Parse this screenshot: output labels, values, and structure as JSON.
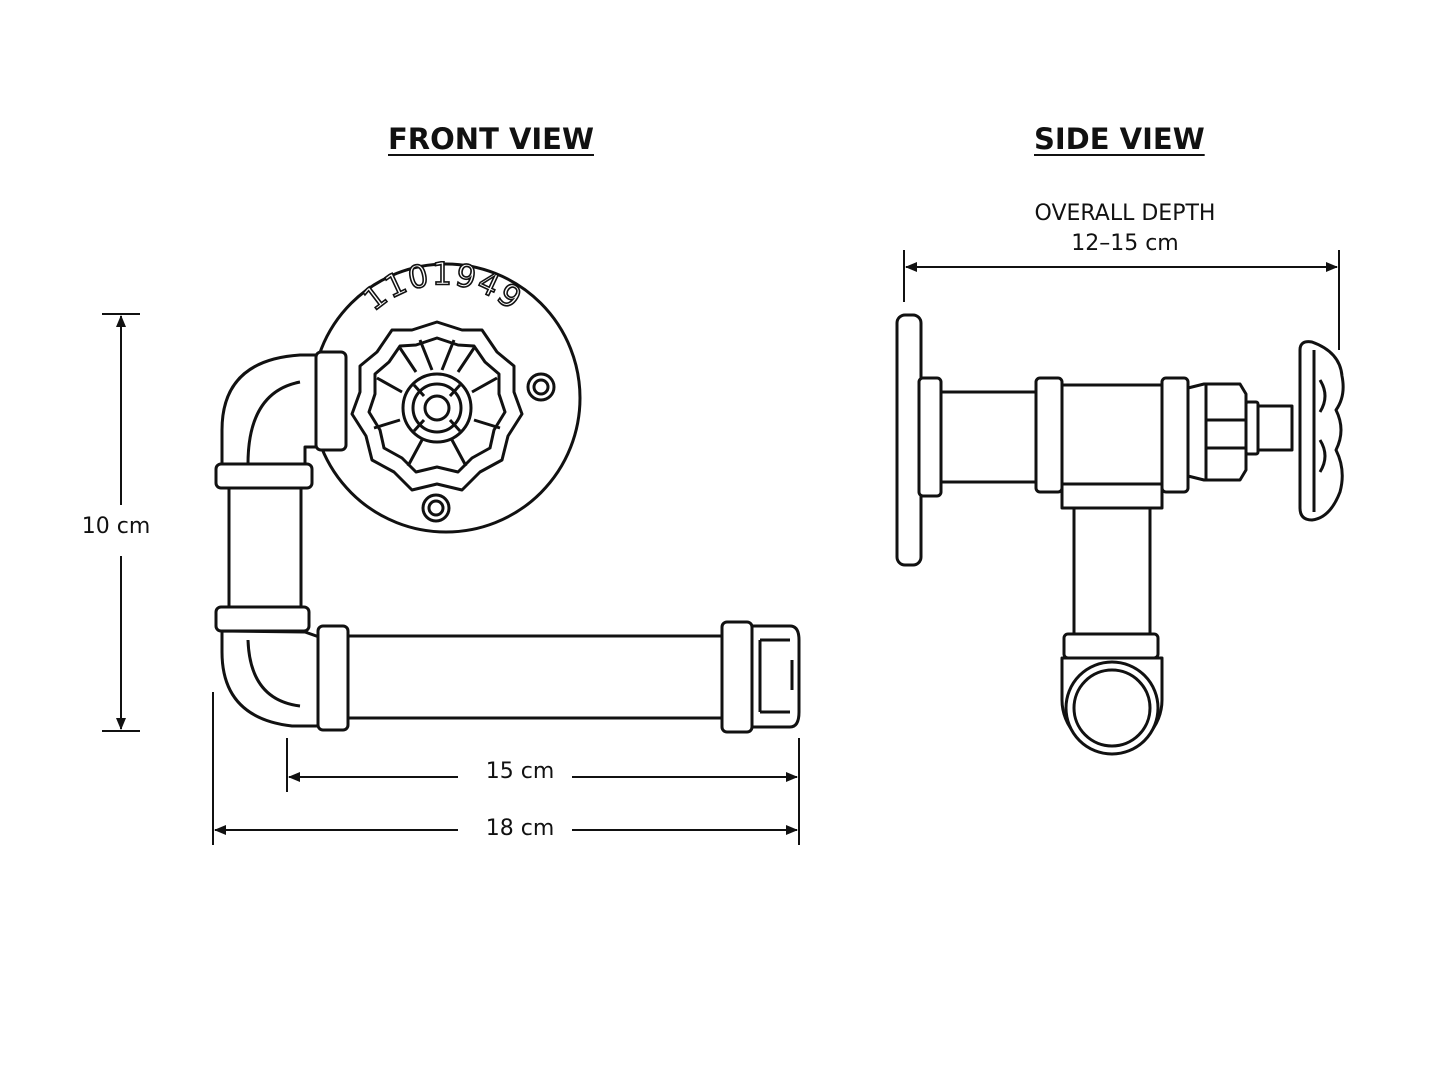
{
  "front_view": {
    "title": "FRONT VIEW",
    "flange_stamp": "1101949",
    "height_label": "10 cm",
    "width_inner_label": "15 cm",
    "width_outer_label": "18 cm"
  },
  "side_view": {
    "title": "SIDE VIEW",
    "depth_label_line1": "OVERALL DEPTH",
    "depth_label_line2": "12–15 cm"
  },
  "colors": {
    "line": "#111111",
    "background": "#ffffff"
  }
}
